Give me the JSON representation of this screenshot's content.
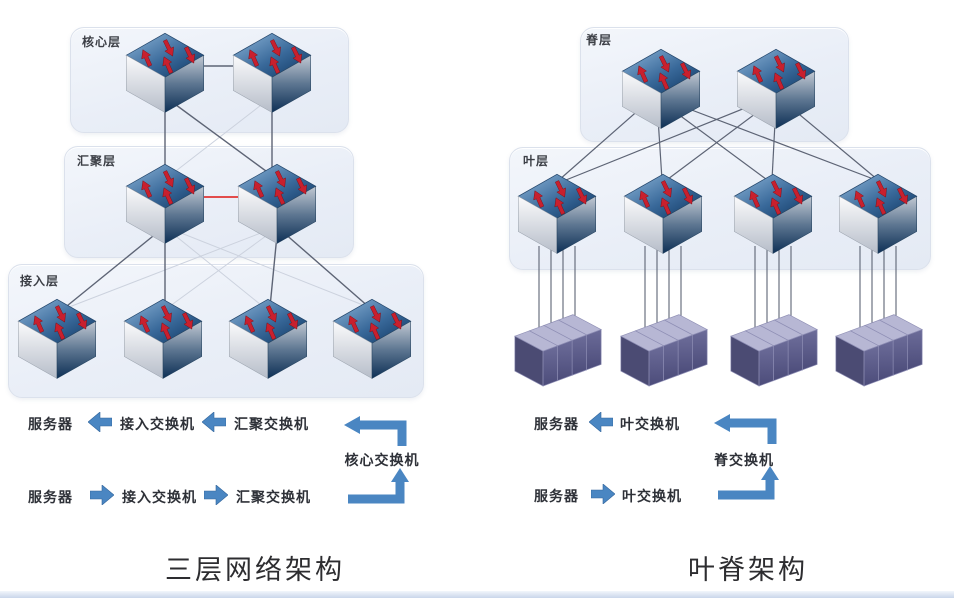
{
  "left": {
    "title": "三层网络架构",
    "core_label": "核心层",
    "agg_label": "汇聚层",
    "access_label": "接入层",
    "legend": {
      "row_up": [
        "服务器",
        "接入交换机",
        "汇聚交换机"
      ],
      "row_down": [
        "服务器",
        "接入交换机",
        "汇聚交换机"
      ],
      "loop_label": "核心交换机"
    }
  },
  "right": {
    "title": "叶脊架构",
    "spine_label": "脊层",
    "leaf_label": "叶层",
    "legend": {
      "row_up": [
        "服务器",
        "叶交换机"
      ],
      "row_down": [
        "服务器",
        "叶交换机"
      ],
      "loop_label": "脊交换机"
    }
  },
  "colors": {
    "legend_arrow_blue": "#4a86c2",
    "link_dark": "#5d6475",
    "link_faint": "#ccd2de",
    "link_red": "#e03434",
    "switch_top_blue": "#16416f",
    "switch_arrow_red": "#c8202e",
    "server_body_purple": "#5f5f8d",
    "panel_background": "#edf1f8"
  }
}
